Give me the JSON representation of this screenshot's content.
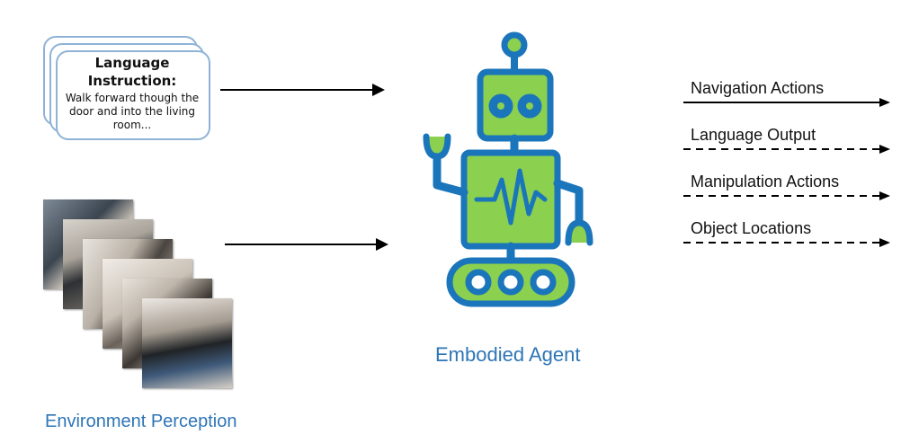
{
  "language_instruction": {
    "title": "Language Instruction:",
    "body": "Walk forward though the door and into the living room..."
  },
  "environment_perception": {
    "label": "Environment Perception",
    "icon": "room-photos-stack"
  },
  "agent": {
    "label": "Embodied Agent",
    "icon": "robot-icon",
    "colors": {
      "body": "#8bd04e",
      "outline": "#1b75bb"
    }
  },
  "outputs": [
    {
      "label": "Navigation Actions",
      "line_style": "solid"
    },
    {
      "label": "Language Output",
      "line_style": "dashed"
    },
    {
      "label": "Manipulation Actions",
      "line_style": "dashed"
    },
    {
      "label": "Object Locations",
      "line_style": "dashed"
    }
  ],
  "colors": {
    "caption": "#2e75b6",
    "card_border": "#8fb3d6",
    "arrow": "#000000"
  }
}
